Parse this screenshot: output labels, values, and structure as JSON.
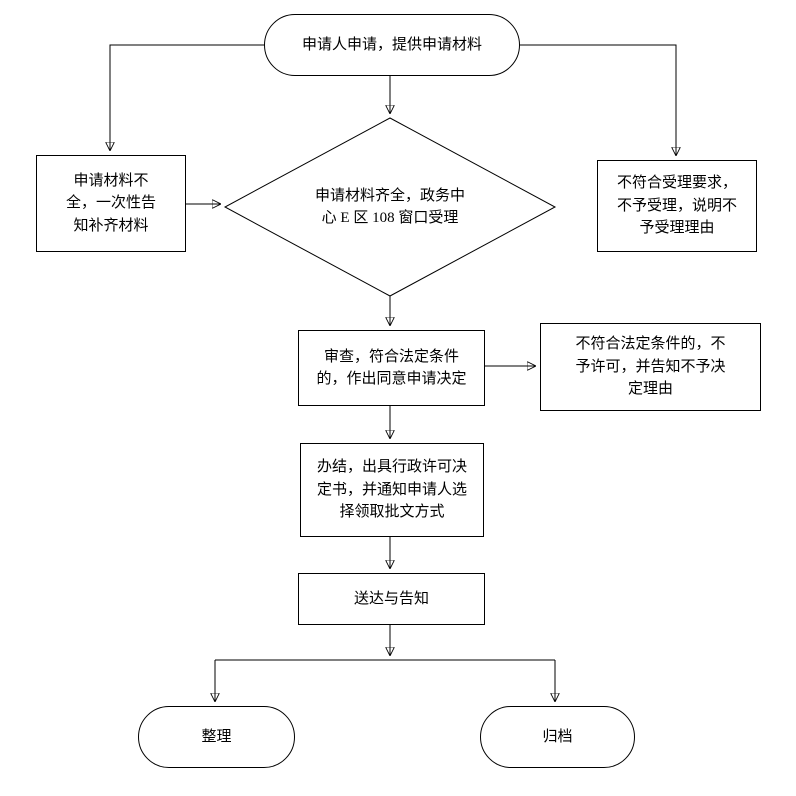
{
  "flowchart": {
    "nodes": {
      "start": {
        "type": "terminator",
        "label": "申请人申请，提供申请材料"
      },
      "incomplete": {
        "type": "process",
        "label": "申请材料不全，一次性告知补齐材料"
      },
      "decision": {
        "type": "decision",
        "label": "申请材料齐全，政务中心 E 区 108 窗口受理"
      },
      "rejected": {
        "type": "process",
        "label": "不符合受理要求，不予受理，说明不予受理理由"
      },
      "review": {
        "type": "process",
        "label": "审查，符合法定条件的，作出同意申请决定"
      },
      "denied": {
        "type": "process",
        "label": "不符合法定条件的，不予许可，并告知不予决定理由"
      },
      "conclude": {
        "type": "process",
        "label": "办结，出具行政许可决定书，并通知申请人选择领取批文方式"
      },
      "deliver": {
        "type": "process",
        "label": "送达与告知"
      },
      "organize": {
        "type": "terminator",
        "label": "整理"
      },
      "archive": {
        "type": "terminator",
        "label": "归档"
      }
    },
    "colors": {
      "stroke": "#000000",
      "fill": "#ffffff",
      "text": "#000000"
    }
  }
}
